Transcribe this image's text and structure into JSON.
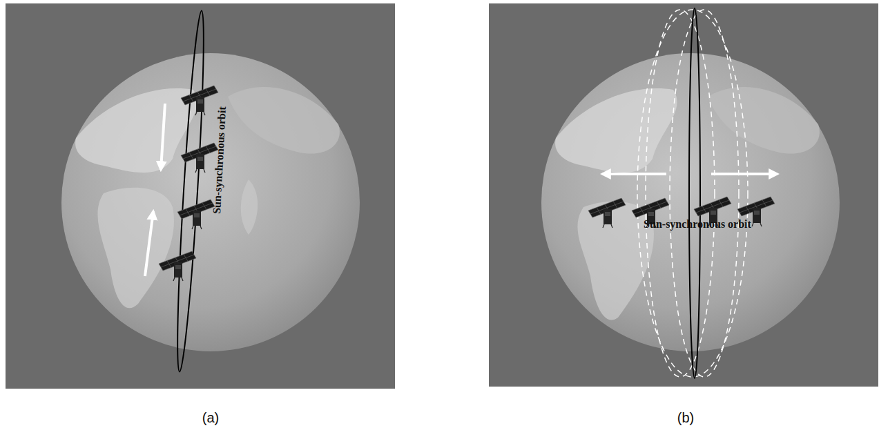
{
  "diagram": {
    "labels": [
      "Sun-synchronous orbit",
      "(a)",
      "Sun-synchronous orbit",
      "(b)"
    ]
  }
}
